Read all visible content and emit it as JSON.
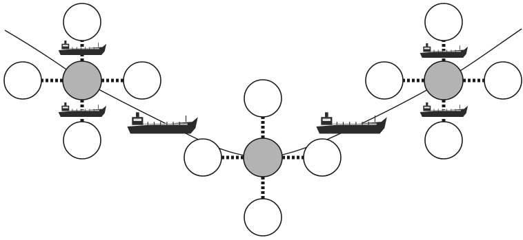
{
  "diagram": {
    "colors": {
      "background": "#ffffff",
      "hub_fill": "#b3b3b3",
      "node_fill": "#ffffff",
      "stroke": "#1a1a1a",
      "ship_hull": "#2b2b2b",
      "ship_deck": "#bdbdbd"
    },
    "hubs": [
      {
        "id": "hub-left",
        "icon": "hub-node"
      },
      {
        "id": "hub-center",
        "icon": "hub-node"
      },
      {
        "id": "hub-right",
        "icon": "hub-node"
      }
    ],
    "satellites": [
      {
        "id": "left-top",
        "hub": "hub-left"
      },
      {
        "id": "left-left",
        "hub": "hub-left"
      },
      {
        "id": "left-right",
        "hub": "hub-left"
      },
      {
        "id": "left-bottom",
        "hub": "hub-left"
      },
      {
        "id": "center-top",
        "hub": "hub-center"
      },
      {
        "id": "center-left",
        "hub": "hub-center"
      },
      {
        "id": "center-right",
        "hub": "hub-center"
      },
      {
        "id": "center-bottom",
        "hub": "hub-center"
      },
      {
        "id": "right-top",
        "hub": "hub-right"
      },
      {
        "id": "right-left",
        "hub": "hub-right"
      },
      {
        "id": "right-right",
        "hub": "hub-right"
      },
      {
        "id": "right-bottom",
        "hub": "hub-right"
      }
    ],
    "ships": [
      {
        "id": "ship-left-upper",
        "icon": "tanker-ship-icon"
      },
      {
        "id": "ship-left-lower",
        "icon": "tanker-ship-icon"
      },
      {
        "id": "ship-left-large",
        "icon": "tanker-ship-icon"
      },
      {
        "id": "ship-right-large",
        "icon": "tanker-ship-icon"
      },
      {
        "id": "ship-right-upper",
        "icon": "tanker-ship-icon"
      },
      {
        "id": "ship-right-lower",
        "icon": "tanker-ship-icon"
      }
    ]
  }
}
